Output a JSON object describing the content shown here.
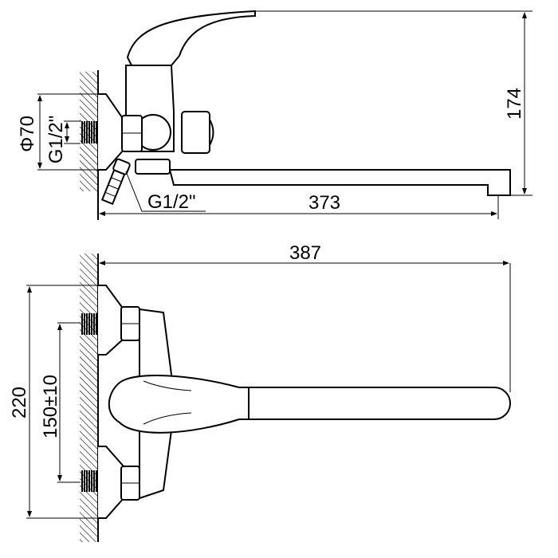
{
  "side_view": {
    "height_dim": "174",
    "reach_dim": "373",
    "flange_diameter": "Φ70",
    "inlet_thread": "G1/2\"",
    "outlet_thread": "G1/2\""
  },
  "top_view": {
    "length_dim": "387",
    "total_height_dim": "220",
    "center_distance_dim": "150±10"
  }
}
